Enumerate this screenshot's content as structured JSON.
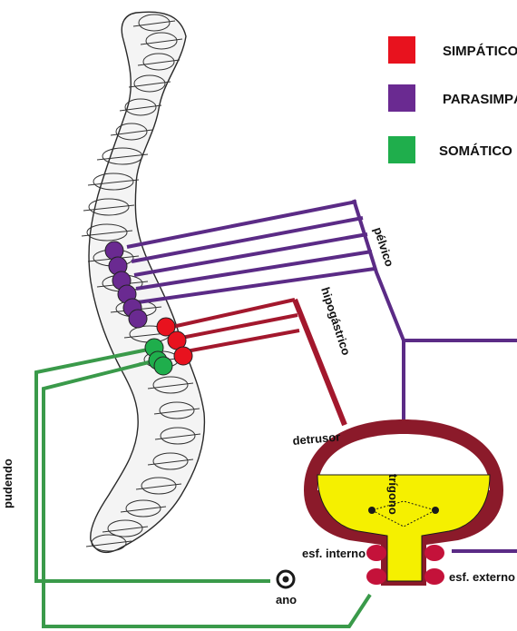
{
  "colors": {
    "sympathetic": "#e8121e",
    "parasympathetic": "#6a2a91",
    "somatic": "#1fae4c",
    "sympathetic_nerve": "#a3182d",
    "parasympathetic_nerve": "#5b2b86",
    "somatic_nerve": "#3a9a4a",
    "bladder_wall": "#8b1a2a",
    "urine": "#f5f000",
    "sphincter": "#c4123a"
  },
  "legend": [
    {
      "key": "sympathetic",
      "label": "SIMPÁTICO"
    },
    {
      "key": "parasympathetic",
      "label": "PARASIMPÁTICO"
    },
    {
      "key": "somatic",
      "label": "SOMÁTICO"
    }
  ],
  "labels": {
    "pelvic_nerve": "pélvico",
    "hypogastric_nerve": "hipogástrico",
    "detrusor": "detrusor",
    "trigone": "trígono",
    "internal_sphincter": "esf. interno",
    "external_sphincter": "esf. externo",
    "pudendal_nerve": "pudendo",
    "anus": "ano"
  }
}
